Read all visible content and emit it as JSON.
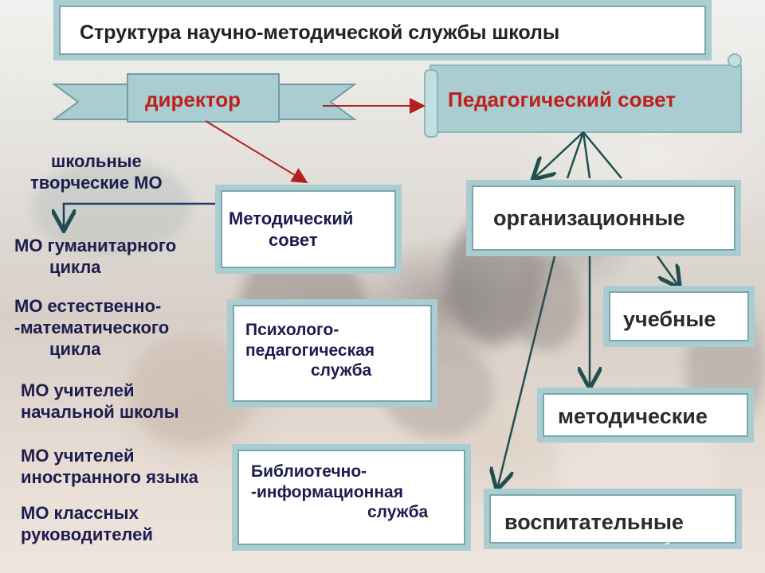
{
  "title": "Структура научно-методической службы школы",
  "director": "директор",
  "ped_council": "Педагогический совет",
  "school_mo": [
    "школьные",
    "творческие МО"
  ],
  "mo_list": {
    "humanitarian": [
      "МО гуманитарного",
      "цикла"
    ],
    "natural_math": [
      "МО естественно-",
      "-математического",
      "цикла"
    ],
    "primary": [
      "МО учителей",
      "начальной школы"
    ],
    "foreign": [
      "МО учителей",
      "иностранного языка"
    ],
    "class_leaders": [
      "МО классных",
      "руководителей"
    ]
  },
  "boxes": {
    "method_council": [
      "Методический",
      "совет"
    ],
    "psych_service": [
      "Психолого-",
      "педагогическая",
      "служба"
    ],
    "library_service": [
      "Библиотечно-",
      "-информационная",
      "служба"
    ]
  },
  "categories": {
    "organizational": "организационные",
    "educational": "учебные",
    "methodical": "методические",
    "upbringing": "воспитательные"
  },
  "watermark": "MyShared",
  "colors": {
    "navy_text": "#1c1c4e",
    "red_text": "#c0201d",
    "box_frame": "#a9cdd0",
    "arrow_dark": "#1f4f4f",
    "arrow_red": "#b3201e"
  }
}
